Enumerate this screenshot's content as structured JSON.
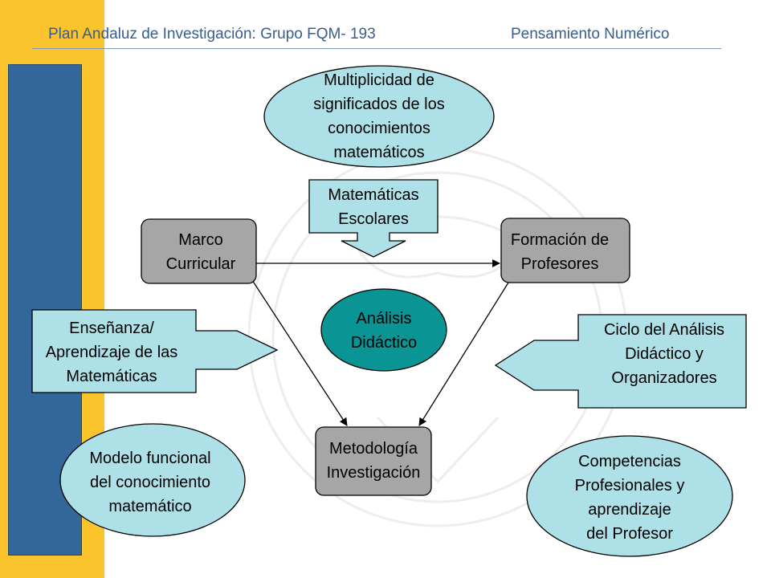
{
  "header": {
    "left": "Plan Andaluz de Investigación: Grupo FQM- 193",
    "right": "Pensamiento Numérico"
  },
  "nodes": {
    "multiplicidad": "Multiplicidad de\nsignificados de los\nconocimientos\nmatemáticos",
    "matematicas_escolares": "Matemáticas\nEscolares",
    "marco_curricular": "Marco\nCurricular",
    "formacion_profesores": "Formación de\nProfesores",
    "analisis_didactico": "Análisis\nDidáctico",
    "ensenanza": "Enseñanza/\nAprendizaje de las\nMatemáticas",
    "ciclo": "Ciclo del Análisis\nDidáctico y\nOrganizadores",
    "metodologia": "Metodología\nInvestigación",
    "modelo_funcional": "Modelo funcional\ndel conocimiento\nmatemático",
    "competencias": "Competencias\nProfesionales y\naprendizaje\ndel Profesor"
  },
  "colors": {
    "yellow": "#fcc42c",
    "navy": "#336699",
    "light_teal": "#aee0e8",
    "teal": "#0a9494",
    "gray": "#a6a6a6",
    "header_text": "#3a5d8a"
  }
}
